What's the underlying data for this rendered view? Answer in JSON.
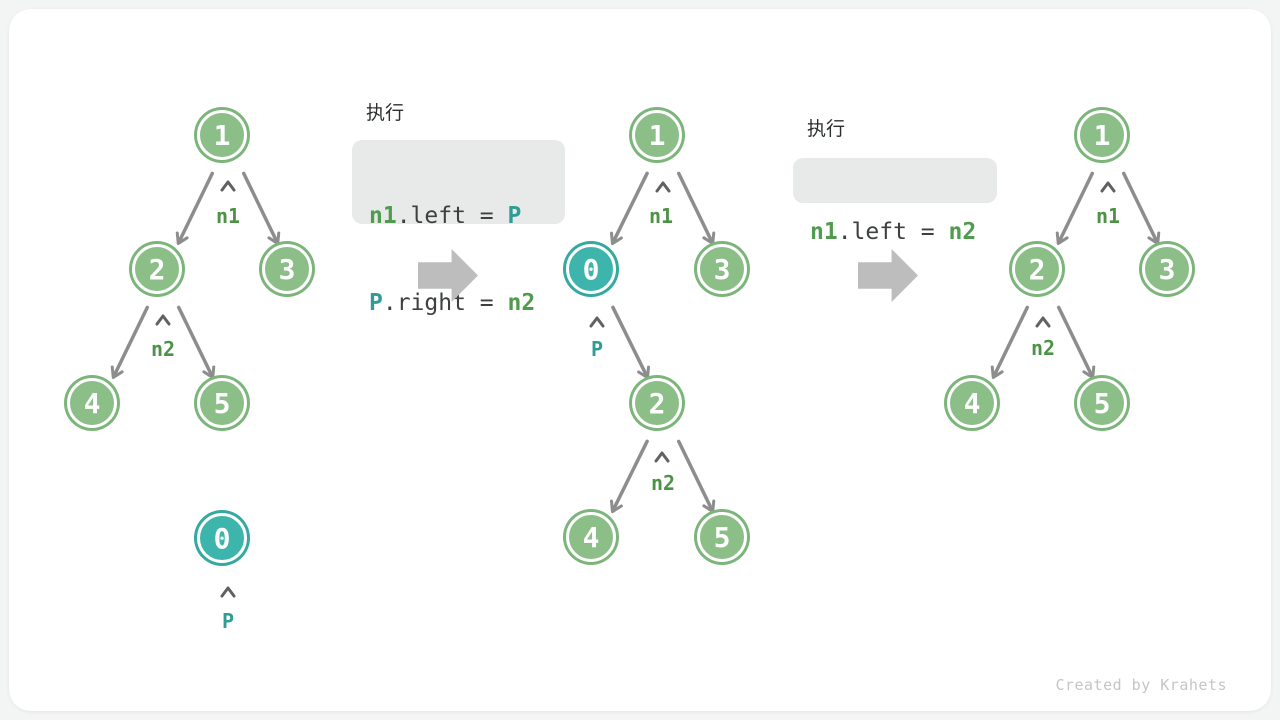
{
  "watermark": "Created by Krahets",
  "colors": {
    "page_bg": "#f3f4f4",
    "card_bg": "#ffffff",
    "node_green_fill": "#8cbe88",
    "node_green_ring": "#7cb57a",
    "node_teal_fill": "#3db5ac",
    "node_teal_ring": "#33a9a0",
    "edge_gray": "#8d8d8d",
    "step_arrow_gray": "#bdbdbd",
    "pointer_green": "#4c9347",
    "pointer_teal": "#2f9c95",
    "code_bg": "#e8eae9",
    "code_plain": "#3c403e",
    "code_green": "#509b4d",
    "code_teal": "#2f9c95",
    "watermark_gray": "#c5c5c5"
  },
  "code_blocks": [
    {
      "heading": "执行",
      "lines": [
        {
          "tokens": [
            {
              "text": "n1",
              "style": "green"
            },
            {
              "text": ".left = ",
              "style": "plain"
            },
            {
              "text": "P",
              "style": "teal"
            }
          ]
        },
        {
          "tokens": [
            {
              "text": "P",
              "style": "teal"
            },
            {
              "text": ".right = ",
              "style": "plain"
            },
            {
              "text": "n2",
              "style": "green"
            }
          ]
        }
      ]
    },
    {
      "heading": "执行",
      "lines": [
        {
          "tokens": [
            {
              "text": "n1",
              "style": "green"
            },
            {
              "text": ".left = ",
              "style": "plain"
            },
            {
              "text": "n2",
              "style": "green"
            }
          ]
        }
      ]
    }
  ],
  "trees": [
    {
      "name": "initial",
      "nodes": [
        {
          "value": "1"
        },
        {
          "value": "2"
        },
        {
          "value": "3"
        },
        {
          "value": "4"
        },
        {
          "value": "5"
        }
      ],
      "edges": [
        [
          "1",
          "2"
        ],
        [
          "1",
          "3"
        ],
        [
          "2",
          "4"
        ],
        [
          "2",
          "5"
        ]
      ],
      "pointers": [
        {
          "label": "n1",
          "points_to": "1"
        },
        {
          "label": "n2",
          "points_to": "2"
        }
      ],
      "detached": {
        "node": {
          "value": "0"
        },
        "pointer": {
          "label": "P",
          "points_to": "0"
        }
      }
    },
    {
      "name": "after-insert",
      "nodes": [
        {
          "value": "1"
        },
        {
          "value": "0"
        },
        {
          "value": "3"
        },
        {
          "value": "2"
        },
        {
          "value": "4"
        },
        {
          "value": "5"
        }
      ],
      "edges": [
        [
          "1",
          "0"
        ],
        [
          "1",
          "3"
        ],
        [
          "0",
          "2"
        ],
        [
          "2",
          "4"
        ],
        [
          "2",
          "5"
        ]
      ],
      "pointers": [
        {
          "label": "n1",
          "points_to": "1"
        },
        {
          "label": "P",
          "points_to": "0"
        },
        {
          "label": "n2",
          "points_to": "2"
        }
      ]
    },
    {
      "name": "after-remove",
      "nodes": [
        {
          "value": "1"
        },
        {
          "value": "2"
        },
        {
          "value": "3"
        },
        {
          "value": "4"
        },
        {
          "value": "5"
        }
      ],
      "edges": [
        [
          "1",
          "2"
        ],
        [
          "1",
          "3"
        ],
        [
          "2",
          "4"
        ],
        [
          "2",
          "5"
        ]
      ],
      "pointers": [
        {
          "label": "n1",
          "points_to": "1"
        },
        {
          "label": "n2",
          "points_to": "2"
        }
      ]
    }
  ]
}
